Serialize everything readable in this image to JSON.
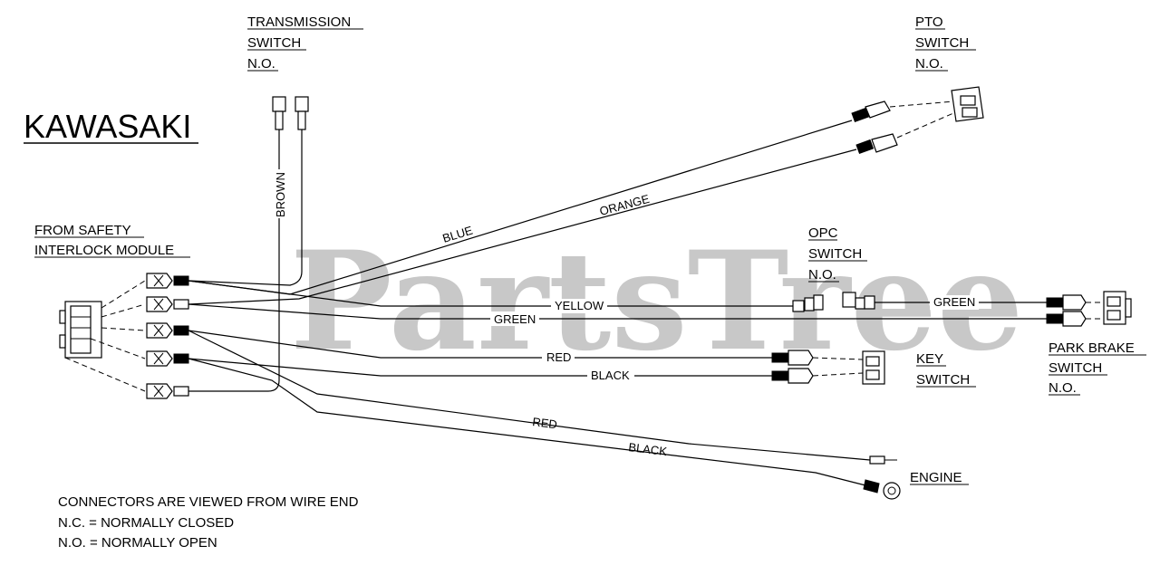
{
  "title": "KAWASAKI",
  "watermark": "PartsTree",
  "components": {
    "transmission": [
      "TRANSMISSION",
      "SWITCH",
      "N.O."
    ],
    "pto": [
      "PTO",
      "SWITCH",
      "N.O."
    ],
    "safety": [
      "FROM SAFETY",
      "INTERLOCK MODULE"
    ],
    "opc": [
      "OPC",
      "SWITCH",
      "N.O."
    ],
    "key": [
      "KEY",
      "SWITCH"
    ],
    "park_brake": [
      "PARK BRAKE",
      "SWITCH",
      "N.O."
    ],
    "engine": "ENGINE"
  },
  "wires": {
    "brown": "BROWN",
    "blue": "BLUE",
    "orange": "ORANGE",
    "yellow": "YELLOW",
    "green_main": "GREEN",
    "green_right": "GREEN",
    "red_key": "RED",
    "black_key": "BLACK",
    "red_engine": "RED",
    "black_engine": "BLACK"
  },
  "notes": [
    "CONNECTORS ARE VIEWED FROM WIRE END",
    "N.C. = NORMALLY CLOSED",
    "N.O. = NORMALLY OPEN"
  ]
}
